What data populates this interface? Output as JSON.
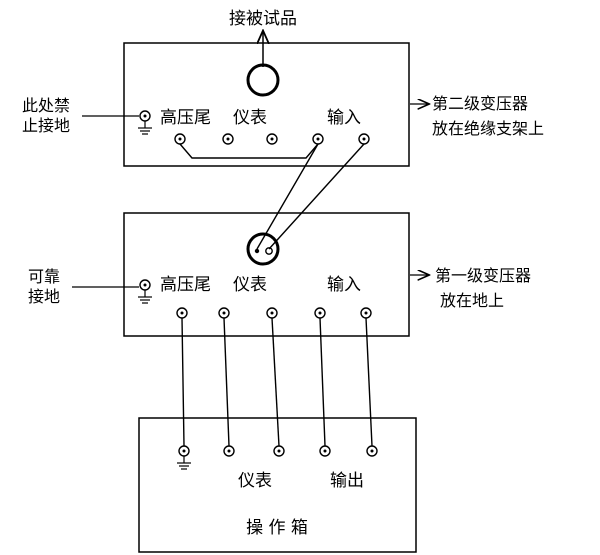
{
  "top_label": "接被试品",
  "upper_box": {
    "left_note": [
      "此处禁",
      "止接地"
    ],
    "gaozha_label": "高压尾",
    "meter_label": "仪表",
    "input_label": "输入",
    "right_note": [
      "第二级变压器",
      "放在绝缘支架上"
    ]
  },
  "middle_box": {
    "left_note": [
      "可靠",
      "接地"
    ],
    "gaozha_label": "高压尾",
    "meter_label": "仪表",
    "input_label": "输入",
    "right_note": [
      "第一级变压器",
      "放在地上"
    ]
  },
  "lower_box": {
    "meter_label": "仪表",
    "output_label": "输出",
    "title": "操 作 箱"
  },
  "colors": {
    "stroke": "#000000",
    "background": "#ffffff"
  }
}
